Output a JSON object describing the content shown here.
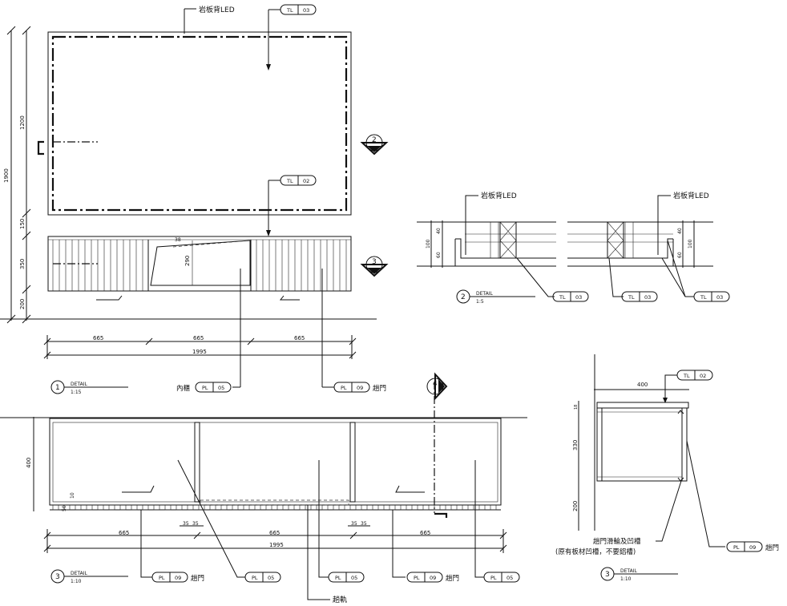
{
  "notes": {
    "led_top": "岩板背LED",
    "led_d2_left": "岩板背LED",
    "led_d2_right": "岩板背LED",
    "inner_cab": "內櫃",
    "track": "趟軌",
    "slide_note_1": "趟門滑輪及凹槽",
    "slide_note_2": "(原有板材凹槽，不要鋁槽)"
  },
  "tags": [
    {
      "id": "tag-tl03-top",
      "code": "TL",
      "num": "03"
    },
    {
      "id": "tag-tl02-top",
      "code": "TL",
      "num": "02"
    },
    {
      "id": "tag-pl05-d1",
      "code": "PL",
      "num": "05",
      "pre": "內櫃"
    },
    {
      "id": "tag-pl09-d1",
      "code": "PL",
      "num": "09",
      "post": "趟門"
    },
    {
      "id": "tag-tl03-d2a",
      "code": "TL",
      "num": "03"
    },
    {
      "id": "tag-tl03-d2b",
      "code": "TL",
      "num": "03"
    },
    {
      "id": "tag-tl03-d2c",
      "code": "TL",
      "num": "03"
    },
    {
      "id": "tag-tl02-d3r",
      "code": "TL",
      "num": "02"
    },
    {
      "id": "tag-pl09-d3r",
      "code": "PL",
      "num": "09",
      "post": "趟門"
    },
    {
      "id": "tag-pl09-d3a",
      "code": "PL",
      "num": "09",
      "post": "趟門"
    },
    {
      "id": "tag-pl05-d3a",
      "code": "PL",
      "num": "05"
    },
    {
      "id": "tag-pl05-d3b",
      "code": "PL",
      "num": "05"
    },
    {
      "id": "tag-pl09-d3b",
      "code": "PL",
      "num": "09",
      "post": "趟門"
    },
    {
      "id": "tag-pl05-d3c",
      "code": "PL",
      "num": "05"
    }
  ],
  "details": [
    {
      "num": "1",
      "label": "DETAIL",
      "scale": "1:15"
    },
    {
      "num": "2",
      "label": "DETAIL",
      "scale": "1:5"
    },
    {
      "num": "3",
      "label": "DETAIL",
      "scale": "1:10"
    },
    {
      "num": "3",
      "label": "DETAIL",
      "scale": "1:10"
    }
  ],
  "section_markers": [
    "2",
    "3",
    "4"
  ],
  "dims": {
    "d1_total_h": "1900",
    "d1_h1": "1200",
    "d1_h2": "150",
    "d1_h3": "350",
    "d1_h4": "200",
    "d1_inner": "290",
    "d1_small": "38",
    "d1_w": [
      "665",
      "665",
      "665"
    ],
    "d1_total_w": "1995",
    "d2_left": [
      "100",
      "40",
      "60"
    ],
    "d2_right": [
      "40",
      "100",
      "60"
    ],
    "d3_h": "400",
    "d3_small_a": "50",
    "d3_small_b": "10",
    "d3_w": [
      "665",
      "665",
      "665"
    ],
    "d3_total_w": "1995",
    "d3_gap_a": "35",
    "d3_gap_b": "35",
    "d3_gap_c": "35",
    "d3_gap_d": "35",
    "d3r_w": "400",
    "d3r_h": [
      "18",
      "330",
      "200"
    ]
  }
}
